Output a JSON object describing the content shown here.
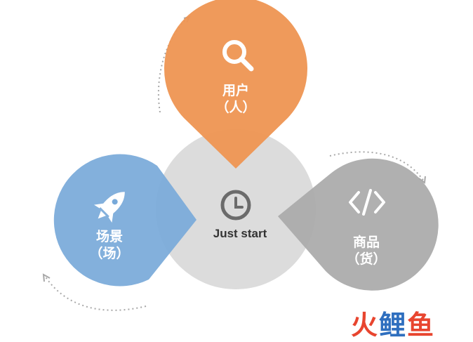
{
  "colors": {
    "user": "#ee9552",
    "scene": "#78a9d9",
    "product": "#a9a9a9",
    "center": "#dcdcdc"
  },
  "center": {
    "label": "Just start",
    "icon": "clock-icon"
  },
  "nodes": {
    "user": {
      "line1": "用户",
      "line2": "（人）",
      "icon": "search-icon"
    },
    "scene": {
      "line1": "场景",
      "line2": "（场）",
      "icon": "rocket-icon"
    },
    "product": {
      "line1": "商品",
      "line2": "（货）",
      "icon": "code-icon"
    }
  },
  "watermark": {
    "c1": "火",
    "c2": "鲤",
    "c3": "鱼"
  }
}
